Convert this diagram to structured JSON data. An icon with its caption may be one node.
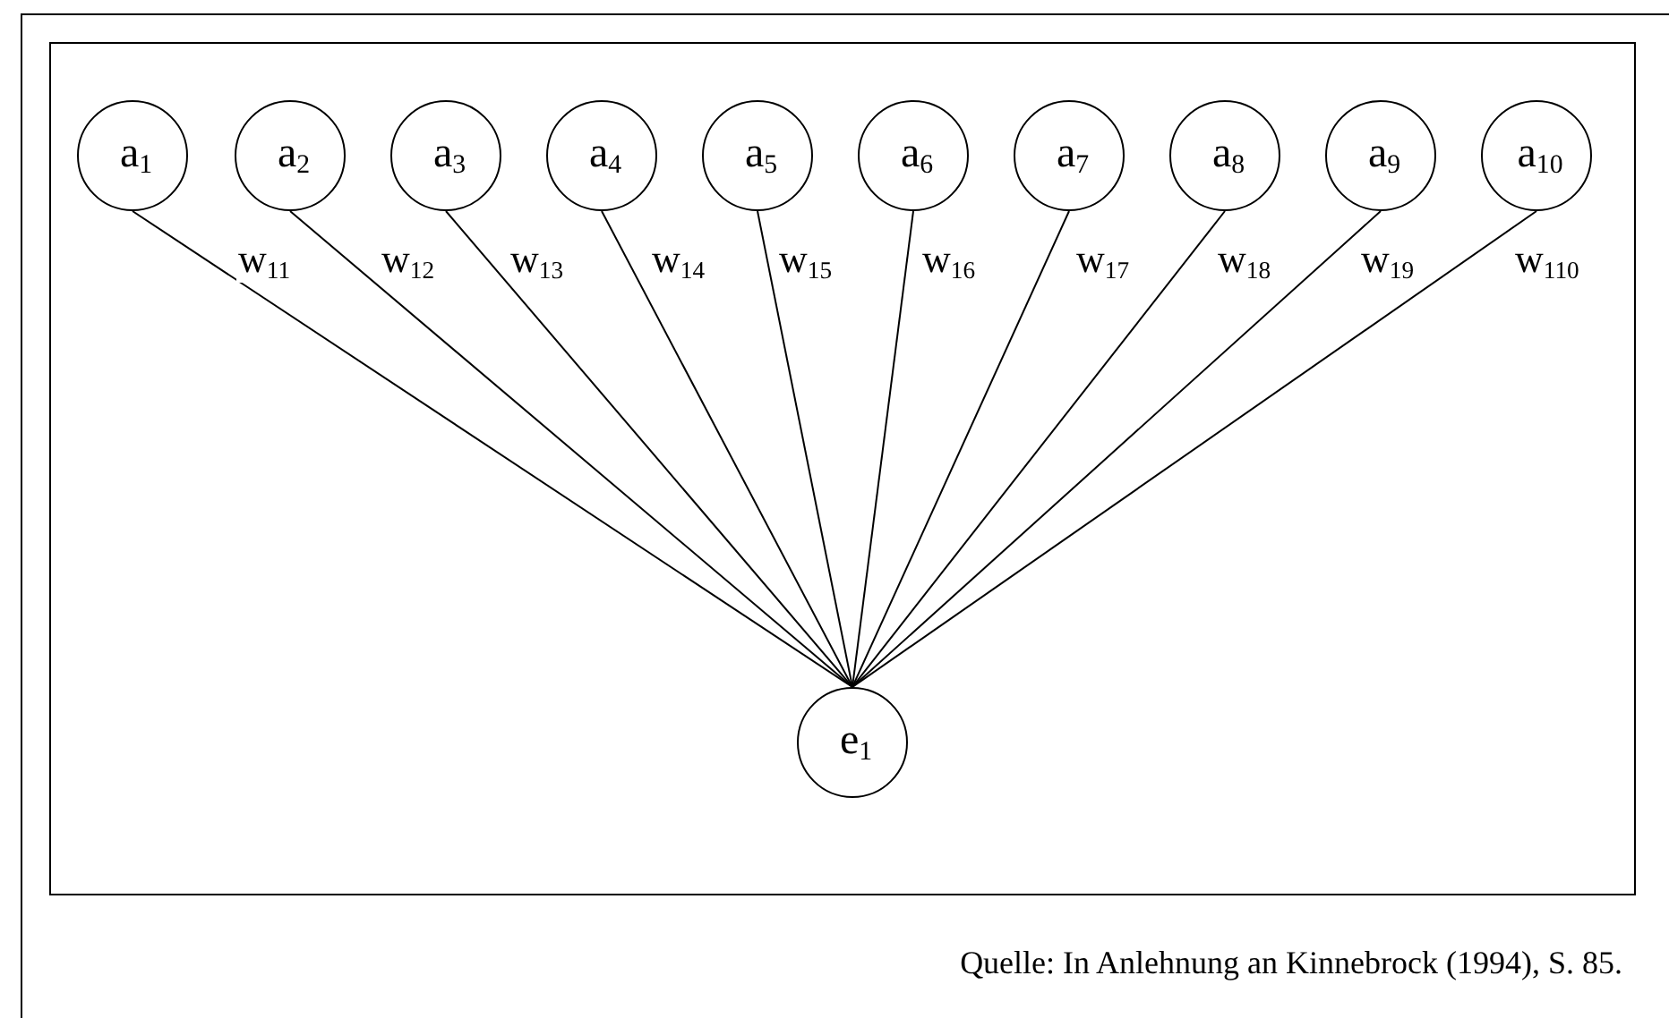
{
  "diagram": {
    "caption": "Quelle: In Anlehnung an Kinnebrock (1994), S. 85.",
    "nodes": [
      {
        "text": [
          "a$_{1}$"
        ]
      },
      {
        "text": [
          "a$_{2}$"
        ]
      },
      {
        "text": [
          "a$_{3}$"
        ]
      },
      {
        "text": [
          "a$_{4}$"
        ]
      },
      {
        "text": [
          "a$_{5}$"
        ]
      },
      {
        "text": [
          "a$_{6}$"
        ]
      },
      {
        "text": [
          "a$_{7}$"
        ]
      },
      {
        "text": [
          "a$_{8}$"
        ]
      },
      {
        "text": [
          "a$_{9}$"
        ]
      },
      {
        "text": [
          "a$_{10}$"
        ]
      },
      {
        "text": [
          "e$_{1}$"
        ]
      }
    ],
    "edges": [
      {
        "from": 0,
        "to": 10,
        "arrow": "none",
        "label": "w$_{11}$"
      },
      {
        "from": 1,
        "to": 10,
        "arrow": "none",
        "label": "w$_{12}$"
      },
      {
        "from": 2,
        "to": 10,
        "arrow": "none",
        "label": "w$_{13}$"
      },
      {
        "from": 3,
        "to": 10,
        "arrow": "none",
        "label": "w$_{14}$"
      },
      {
        "from": 4,
        "to": 10,
        "arrow": "none",
        "label": "w$_{15}$"
      },
      {
        "from": 5,
        "to": 10,
        "arrow": "none",
        "label": "w$_{16}$"
      },
      {
        "from": 6,
        "to": 10,
        "arrow": "none",
        "label": "w$_{17}$"
      },
      {
        "from": 7,
        "to": 10,
        "arrow": "none",
        "label": "w$_{18}$"
      },
      {
        "from": 8,
        "to": 10,
        "arrow": "none",
        "label": "w$_{19}$"
      },
      {
        "from": 9,
        "to": 10,
        "arrow": "none",
        "label": "w$_{110}$"
      }
    ]
  }
}
